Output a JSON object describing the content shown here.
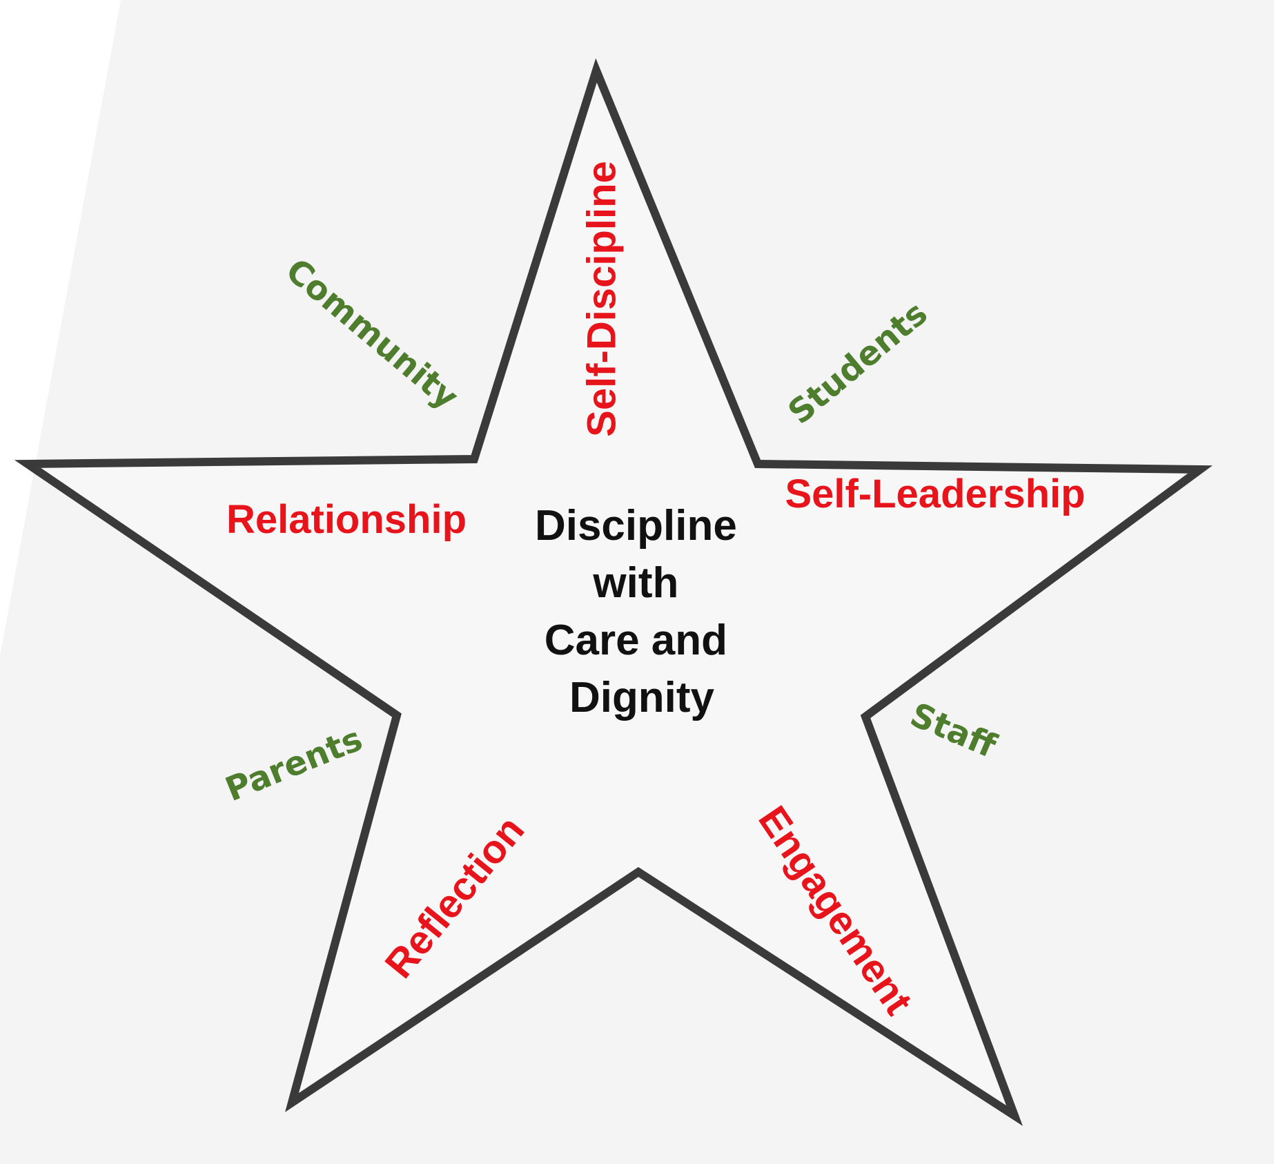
{
  "colors": {
    "page": "#ffffff",
    "paper": "#f4f4f4",
    "star_fill": "#f7f7f7",
    "star_outline": "#3a3a3a",
    "element_text": "#e8141c",
    "stakeholder_text": "#4e7d2e",
    "center_text": "#111111"
  },
  "center_title": {
    "line1": "Discipline",
    "line2": "with",
    "line3": "Care and",
    "line4": "Dignity"
  },
  "elements": {
    "self_discipline": "Self-Discipline",
    "self_leadership": "Self-Leadership",
    "relationship": "Relationship",
    "reflection": "Reflection",
    "engagement": "Engagement"
  },
  "stakeholders": {
    "community": "Community",
    "students": "Students",
    "staff": "Staff",
    "parents": "Parents"
  }
}
